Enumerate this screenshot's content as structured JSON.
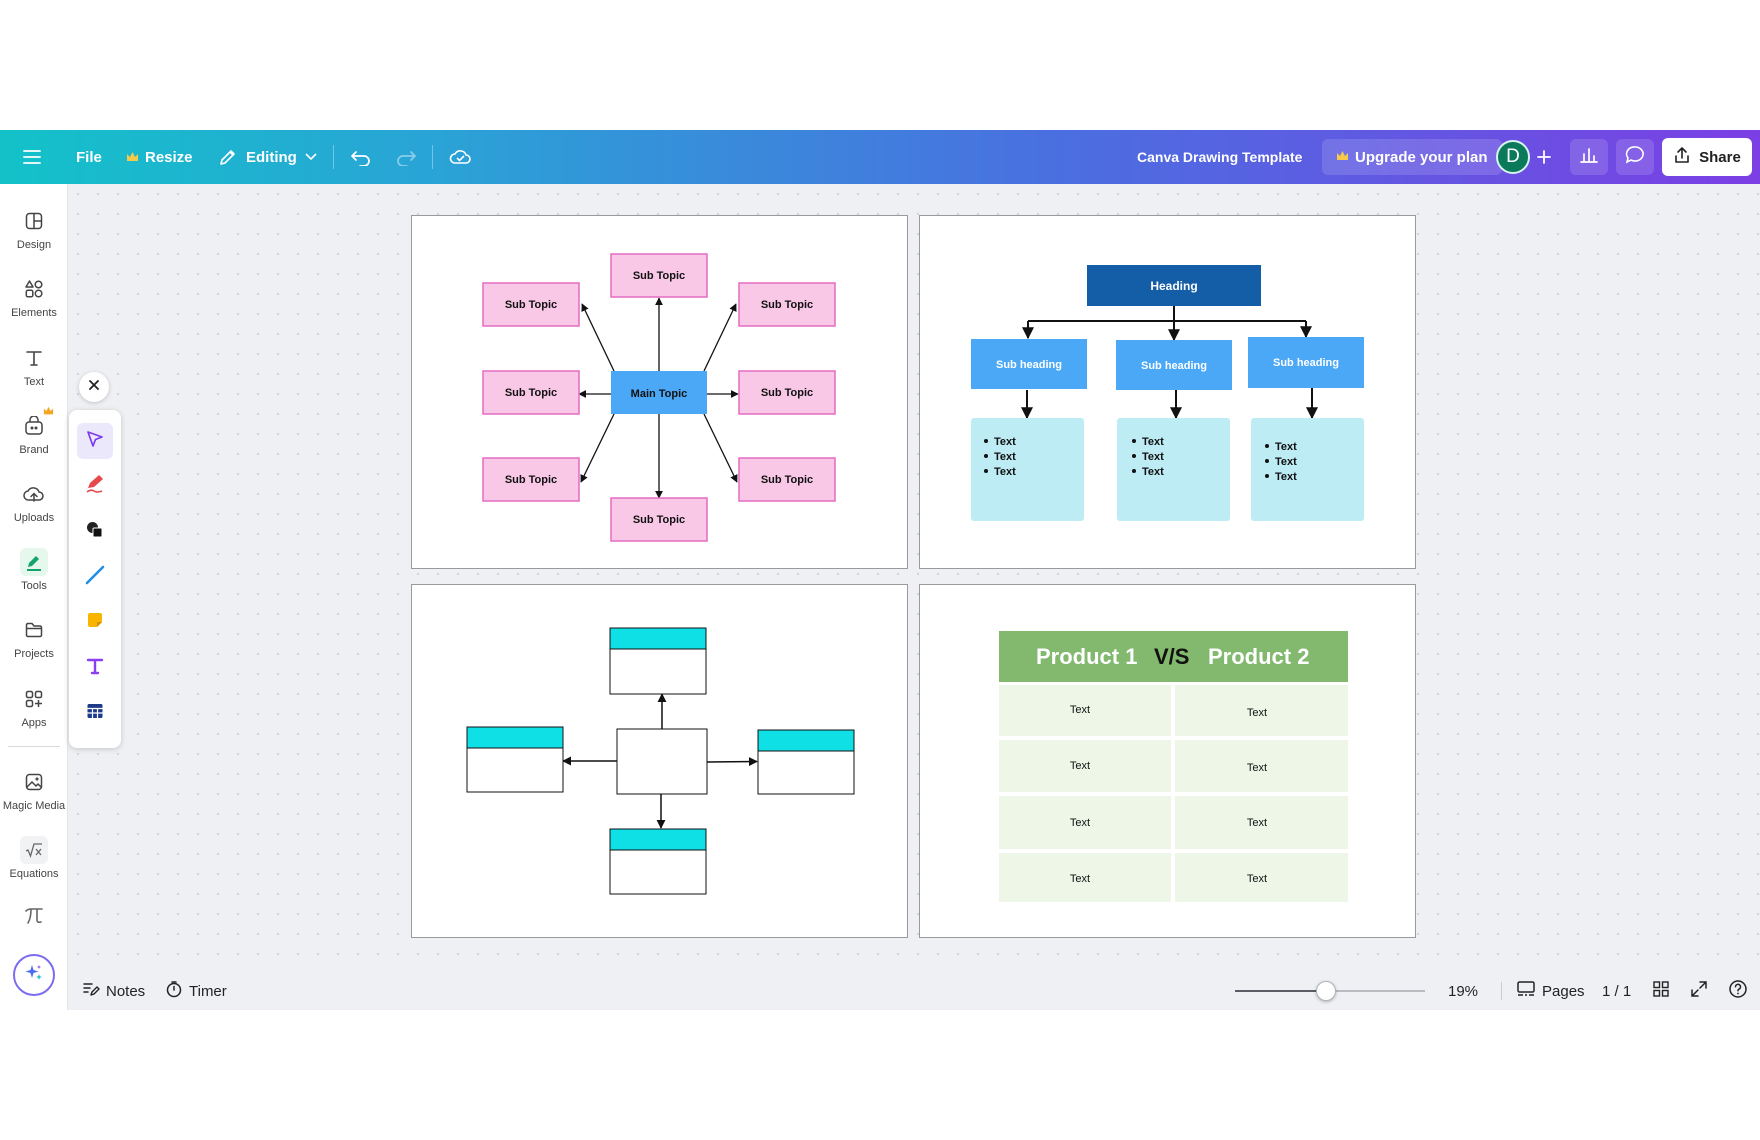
{
  "topbar": {
    "file_label": "File",
    "resize_label": "Resize",
    "editing_label": "Editing",
    "doc_title": "Canva Drawing Template",
    "upgrade_label": "Upgrade your plan",
    "avatar_initial": "D",
    "share_label": "Share"
  },
  "sidebar": {
    "items": [
      {
        "label": "Design",
        "icon": "design-icon"
      },
      {
        "label": "Elements",
        "icon": "elements-icon"
      },
      {
        "label": "Text",
        "icon": "text-icon"
      },
      {
        "label": "Brand",
        "icon": "brand-icon"
      },
      {
        "label": "Uploads",
        "icon": "uploads-icon"
      },
      {
        "label": "Tools",
        "icon": "tools-icon"
      },
      {
        "label": "Projects",
        "icon": "projects-icon"
      },
      {
        "label": "Apps",
        "icon": "apps-icon"
      },
      {
        "label": "Magic Media",
        "icon": "magic-media-icon"
      },
      {
        "label": "Equations",
        "icon": "equations-icon"
      }
    ]
  },
  "draw_tools": [
    "select-icon",
    "pen-icon",
    "shapes-icon",
    "line-icon",
    "sticky-note-icon",
    "text-tool-icon",
    "table-icon"
  ],
  "mindmap": {
    "main": "Main Topic",
    "sub_topics": [
      "Sub Topic",
      "Sub Topic",
      "Sub Topic",
      "Sub Topic",
      "Sub Topic",
      "Sub Topic",
      "Sub Topic",
      "Sub Topic"
    ]
  },
  "org": {
    "heading": "Heading",
    "sub_headings": [
      "Sub heading",
      "Sub heading",
      "Sub heading"
    ],
    "bullets": [
      [
        "Text",
        "Text",
        "Text"
      ],
      [
        "Text",
        "Text",
        "Text"
      ],
      [
        "Text",
        "Text",
        "Text"
      ]
    ]
  },
  "comparison": {
    "product1": "Product 1",
    "vs": "V/S",
    "product2": "Product 2",
    "rows": [
      [
        "Text",
        "Text"
      ],
      [
        "Text",
        "Text"
      ],
      [
        "Text",
        "Text"
      ],
      [
        "Text",
        "Text"
      ]
    ]
  },
  "bottombar": {
    "notes_label": "Notes",
    "timer_label": "Timer",
    "zoom_label": "19%",
    "zoom_fraction": 0.48,
    "pages_label": "Pages",
    "page_count": "1 / 1"
  },
  "colors": {
    "mindmap_sub_fill": "#f8c8e6",
    "mindmap_sub_stroke": "#e46cc0",
    "mindmap_main_fill": "#4aa8f7",
    "org_heading": "#135ea6",
    "org_sub": "#4aa8f7",
    "org_bullet_box": "#bdecf5",
    "cyan_header": "#0fe0e6",
    "comparison_header": "#82b96e",
    "comparison_cell": "#eef6e8"
  }
}
